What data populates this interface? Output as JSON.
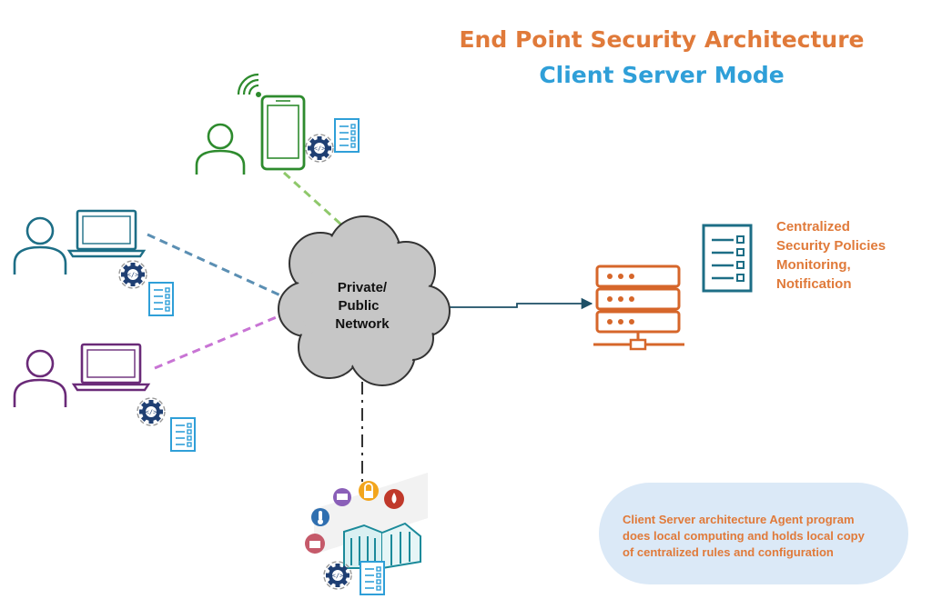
{
  "title": {
    "main": "End Point Security Architecture",
    "sub": "Client Server Mode"
  },
  "cloud": {
    "line1": "Private/",
    "line2": "Public",
    "line3": "Network"
  },
  "server": {
    "line1": "Centralized",
    "line2": "Security Policies",
    "line3": "Monitoring,",
    "line4": "Notification"
  },
  "note": {
    "line1": "Client Server architecture Agent program",
    "line2": "does local computing and holds local copy",
    "line3": "of centralized rules and configuration"
  },
  "colors": {
    "orange": "#e07a3a",
    "blue": "#2f9fd8",
    "teal": "#1d6e86",
    "green": "#2e8b2e",
    "purple": "#6a2a78",
    "cloud": "#c6c6c6",
    "note_bg": "#dbe9f7",
    "server_orange": "#d6662a"
  },
  "icons": {
    "wifi": "wifi-icon",
    "phone": "smartphone-icon",
    "laptop": "laptop-icon",
    "user": "user-icon",
    "gear": "gear-code-icon",
    "document": "document-list-icon",
    "server": "server-rack-icon",
    "iot": "iot-building-icon"
  }
}
